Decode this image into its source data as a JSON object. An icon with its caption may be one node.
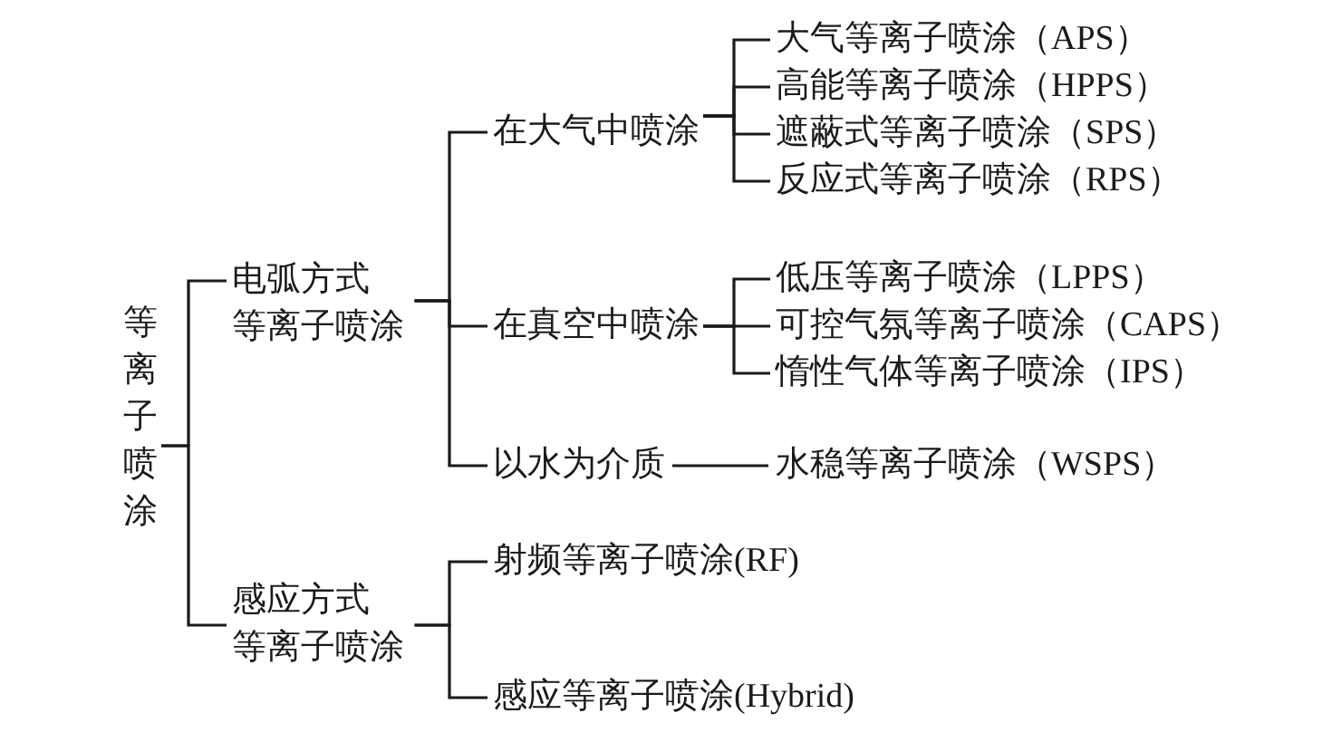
{
  "diagram": {
    "nodes": [
      {
        "text": [
          "等离子喷涂"
        ]
      },
      {
        "text": [
          "电弧方式等离子喷涂"
        ]
      },
      {
        "text": [
          "在大气中喷涂"
        ]
      },
      {
        "text": [
          "大气等离子喷涂（APS）"
        ]
      },
      {
        "text": [
          "高能等离子喷涂（HPPS）"
        ]
      },
      {
        "text": [
          "遮蔽式等离子喷涂（SPS）"
        ]
      },
      {
        "text": [
          "反应式等离子喷涂（RPS）"
        ]
      },
      {
        "text": [
          "在真空中喷涂"
        ]
      },
      {
        "text": [
          "低压等离子喷涂（LPPS）"
        ]
      },
      {
        "text": [
          "可控气氛等离子喷涂（CAPS）"
        ]
      },
      {
        "text": [
          "惰性气体等离子喷涂（IPS）"
        ]
      },
      {
        "text": [
          "以水为介质"
        ]
      },
      {
        "text": [
          "水稳等离子喷涂（WSPS）"
        ]
      },
      {
        "text": [
          "感应方式等离子喷涂"
        ]
      },
      {
        "text": [
          "射频等离子喷涂(RF)"
        ]
      },
      {
        "text": [
          "感应等离子喷涂(Hybrid)"
        ]
      }
    ],
    "edges": [
      {
        "from": 0,
        "to": 1,
        "arrow": "none"
      },
      {
        "from": 0,
        "to": 13,
        "arrow": "none"
      },
      {
        "from": 1,
        "to": 2,
        "arrow": "none"
      },
      {
        "from": 1,
        "to": 7,
        "arrow": "none"
      },
      {
        "from": 1,
        "to": 11,
        "arrow": "none"
      },
      {
        "from": 2,
        "to": 3,
        "arrow": "none"
      },
      {
        "from": 2,
        "to": 4,
        "arrow": "none"
      },
      {
        "from": 2,
        "to": 5,
        "arrow": "none"
      },
      {
        "from": 2,
        "to": 6,
        "arrow": "none"
      },
      {
        "from": 7,
        "to": 8,
        "arrow": "none"
      },
      {
        "from": 7,
        "to": 9,
        "arrow": "none"
      },
      {
        "from": 7,
        "to": 10,
        "arrow": "none"
      },
      {
        "from": 11,
        "to": 12,
        "arrow": "none"
      },
      {
        "from": 13,
        "to": 14,
        "arrow": "none"
      },
      {
        "from": 13,
        "to": 15,
        "arrow": "none"
      }
    ]
  }
}
